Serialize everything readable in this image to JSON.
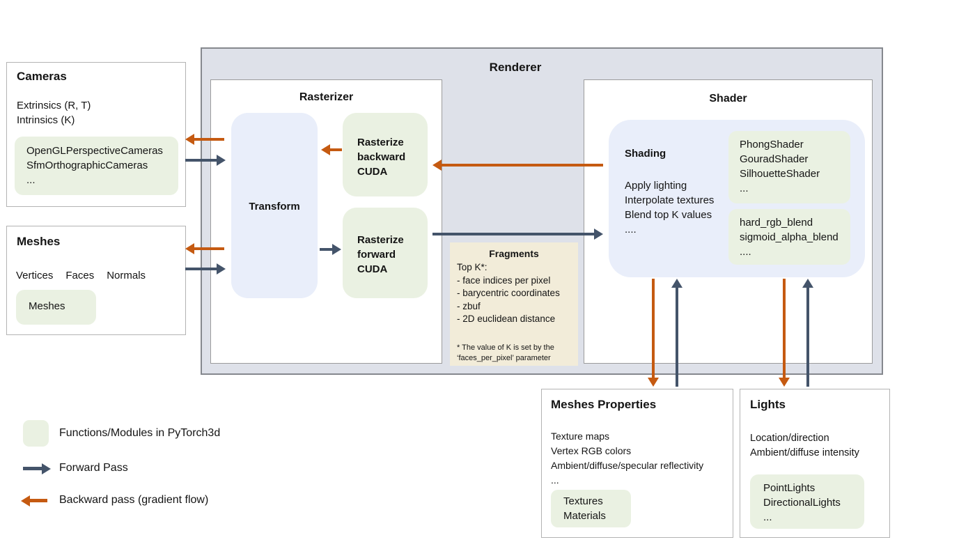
{
  "cameras": {
    "title": "Cameras",
    "lines": [
      "Extrinsics (R, T)",
      "Intrinsics (K)"
    ],
    "modules": [
      "OpenGLPerspectiveCameras",
      "SfmOrthographicCameras",
      "..."
    ]
  },
  "meshes": {
    "title": "Meshes",
    "fields": [
      "Vertices",
      "Faces",
      "Normals"
    ],
    "module_label": "Meshes"
  },
  "renderer": {
    "title": "Renderer",
    "rasterizer": {
      "title": "Rasterizer",
      "transform_label": "Transform",
      "backward_label": "Rasterize backward CUDA",
      "forward_label": "Rasterize forward CUDA"
    },
    "fragments": {
      "title": "Fragments",
      "lines": [
        "Top K*:",
        "- face indices per pixel",
        "- barycentric coordinates",
        "- zbuf",
        "- 2D euclidean distance"
      ],
      "footnote": "* The value of K is set by the ‘faces_per_pixel’ parameter"
    },
    "shader": {
      "title": "Shader",
      "shading_title": "Shading",
      "shading_lines": [
        "Apply lighting",
        "Interpolate textures",
        "Blend top K values",
        "...."
      ],
      "shader_modules": [
        "PhongShader",
        "GouradShader",
        "SilhouetteShader",
        "..."
      ],
      "blend_modules": [
        "hard_rgb_blend",
        "sigmoid_alpha_blend",
        "...."
      ]
    }
  },
  "meshes_properties": {
    "title": "Meshes Properties",
    "lines": [
      "Texture maps",
      "Vertex RGB colors",
      "Ambient/diffuse/specular reflectivity",
      "..."
    ],
    "modules": [
      "Textures",
      "Materials"
    ]
  },
  "lights": {
    "title": "Lights",
    "lines": [
      "Location/direction",
      "Ambient/diffuse intensity"
    ],
    "modules": [
      "PointLights",
      "DirectionalLights",
      "..."
    ]
  },
  "legend": {
    "functions_label": "Functions/Modules in PyTorch3d",
    "forward_label": "Forward Pass",
    "backward_label": "Backward pass (gradient flow)"
  },
  "colors": {
    "forward_arrow": "#44546A",
    "backward_arrow": "#C55A11",
    "module_green": "#EAF1E2",
    "panel_blue": "#E9EEFA",
    "renderer_bg": "#DEE1E9",
    "fragments_bg": "#F2ECD9"
  }
}
